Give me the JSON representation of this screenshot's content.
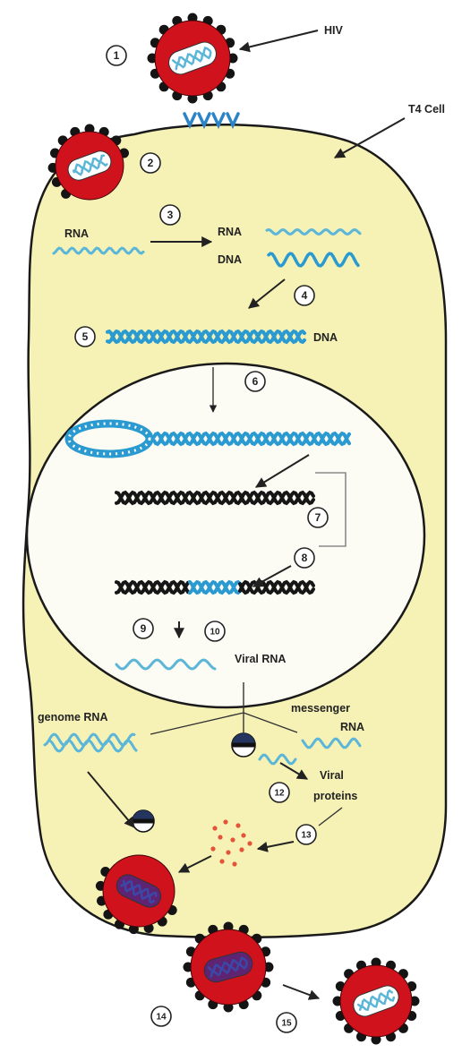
{
  "labels": {
    "hiv": "HIV",
    "t4_cell": "T4 Cell",
    "rna_input": "RNA",
    "rna_template": "RNA",
    "dna_single": "DNA",
    "dna_double": "DNA",
    "viral_rna": "Viral RNA",
    "genome_rna": "genome RNA",
    "messenger": "messenger",
    "messenger_rna": "RNA",
    "viral": "Viral",
    "proteins": "proteins"
  },
  "steps": {
    "s1": "1",
    "s2": "2",
    "s3": "3",
    "s4": "4",
    "s5": "5",
    "s6": "6",
    "s7": "7",
    "s8": "8",
    "s9": "9",
    "s10": "10",
    "s12": "12",
    "s13": "13",
    "s14": "14",
    "s15": "15"
  },
  "colors": {
    "cell": "#f6f2b6",
    "nucleus": "#fcfcf4",
    "envelope": "#d0121d",
    "spike": "#141414",
    "core_light": "#ffffff",
    "core_dark": "#5e2472",
    "core_rna_dark": "#3c48a8",
    "viral_rna": "#5cb6d8",
    "viral_dna": "#2a9ad0",
    "host_dna": "#161616",
    "receptor": "#2a84c6",
    "protein": "#e2553a",
    "ribosome_cap": "#24355f"
  }
}
